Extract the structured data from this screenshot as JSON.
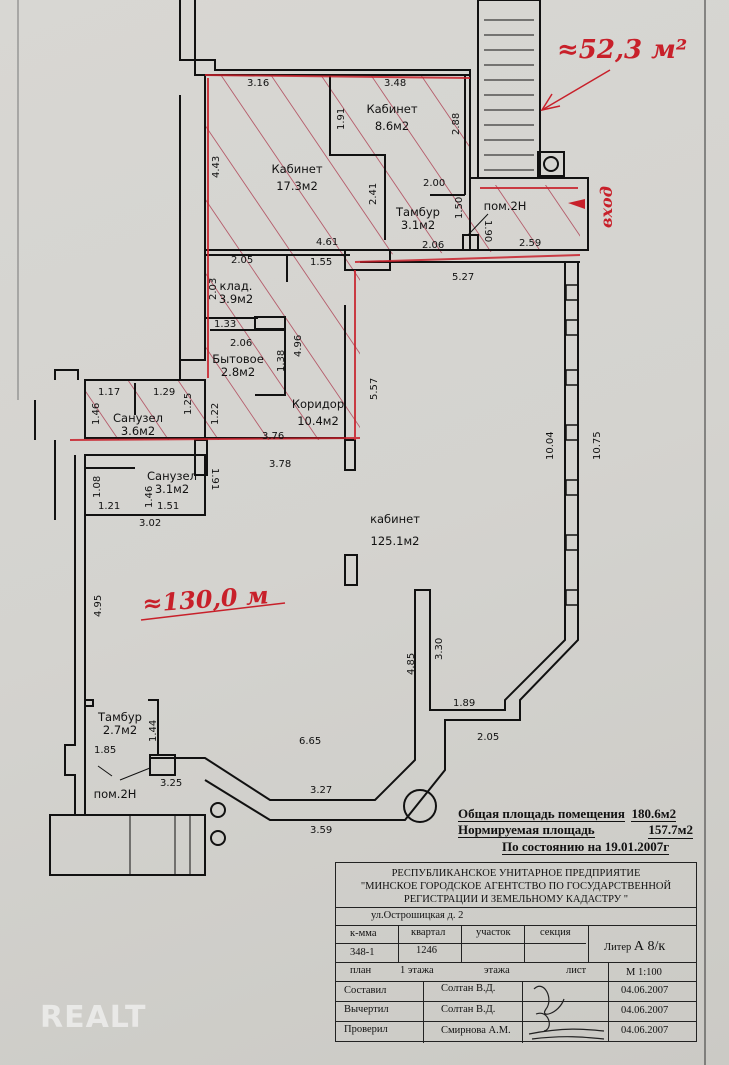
{
  "plan": {
    "rooms": [
      {
        "name": "Кабинет",
        "area": "8.6м2"
      },
      {
        "name": "Кабинет",
        "area": "17.3м2"
      },
      {
        "name": "Тамбур",
        "area": "3.1м2"
      },
      {
        "name": "пом.2Н"
      },
      {
        "name": "клад.",
        "area": "3.9м2"
      },
      {
        "name": "Бытовое",
        "area": "2.8м2"
      },
      {
        "name": "Коридор",
        "area": "10.4м2"
      },
      {
        "name": "Санузел",
        "area": "3.6м2"
      },
      {
        "name": "Санузел",
        "area": "3.1м2"
      },
      {
        "name": "кабинет",
        "area": "125.1м2"
      },
      {
        "name": "Тамбур",
        "area": "2.7м2"
      },
      {
        "name": "пом.2Н"
      }
    ],
    "dims": [
      "3.16",
      "3.48",
      "1.91",
      "2.88",
      "4.43",
      "2.41",
      "2.00",
      "1.50",
      "1.90",
      "4.61",
      "2.06",
      "2.59",
      "5.27",
      "2.05",
      "1.55",
      "2.03",
      "1.33",
      "2.06",
      "1.38",
      "4.96",
      "5.57",
      "1.17",
      "1.29",
      "1.25",
      "1.46",
      "1.22",
      "3.76",
      "3.78",
      "1.91",
      "1.08",
      "1.21",
      "1.46",
      "1.51",
      "3.02",
      "10.04",
      "10.75",
      "4.95",
      "4.85",
      "3.30",
      "1.89",
      "2.05",
      "1.44",
      "1.85",
      "6.65",
      "3.25",
      "3.27",
      "3.59"
    ]
  },
  "annotations": {
    "upper_area": "≈52,3 м²",
    "entrance": "вход",
    "main_area": "≈130,0 м"
  },
  "summary": {
    "total_label": "Общая площадь помещения",
    "total_value": "180.6м2",
    "norm_label": "Нормируемая площадь",
    "norm_value": "157.7м2",
    "as_of": "По состоянию на 19.01.2007г"
  },
  "stamp": {
    "org_line1": "РЕСПУБЛИКАНСКОЕ УНИТАРНОЕ ПРЕДПРИЯТИЕ",
    "org_line2": "\"МИНСКОЕ ГОРОДСКОЕ АГЕНТСТВО ПО ГОСУДАРСТВЕННОЙ",
    "org_line3": "РЕГИСТРАЦИИ И ЗЕМЕЛЬНОМУ КАДАСТРУ \"",
    "address": "ул.Острошицкая  д. 2",
    "h_kmma": "к-мма",
    "h_kvartal": "квартал",
    "h_uchastok": "участок",
    "h_sekciya": "секция",
    "kmma": "348-1",
    "kvartal": "1246",
    "liter_label": "Литер",
    "liter_value": "А 8/к",
    "plan_label": "план",
    "floor": "1 этажа",
    "etazha": "этажа",
    "list": "лист",
    "scale": "М 1:100",
    "rows": [
      {
        "role": "Составил",
        "name": "Солтан В.Д.",
        "date": "04.06.2007"
      },
      {
        "role": "Вычертил",
        "name": "Солтан В.Д.",
        "date": "04.06.2007"
      },
      {
        "role": "Проверил",
        "name": "Смирнова А.М.",
        "date": "04.06.2007"
      }
    ]
  },
  "watermark": "REALT"
}
